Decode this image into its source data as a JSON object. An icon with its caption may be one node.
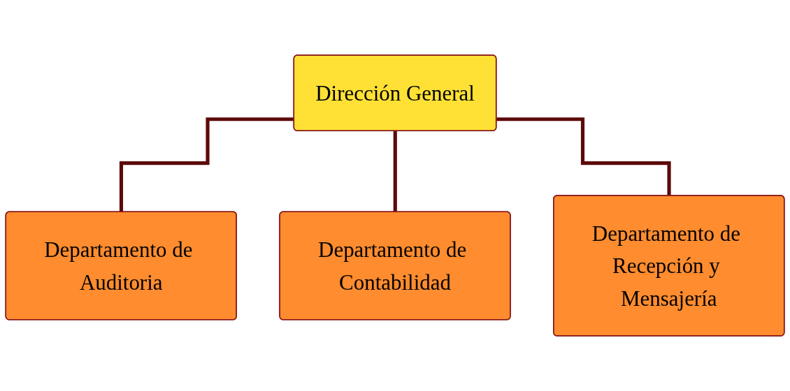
{
  "diagram": {
    "nodes": [
      {
        "text": [
          "Dirección General"
        ]
      },
      {
        "text": [
          "Departamento de Auditoria"
        ]
      },
      {
        "text": [
          "Departamento de Contabilidad"
        ]
      },
      {
        "text": [
          "Departamento de Recepción y Mensajería"
        ]
      }
    ],
    "edges": [
      {
        "from": 0,
        "to": 1,
        "arrow": "none"
      },
      {
        "from": 0,
        "to": 2,
        "arrow": "none"
      },
      {
        "from": 0,
        "to": 3,
        "arrow": "none"
      }
    ]
  }
}
